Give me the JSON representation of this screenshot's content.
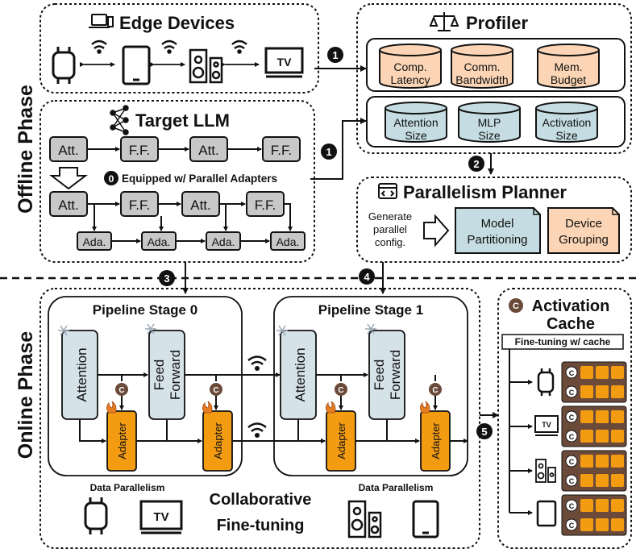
{
  "phases": {
    "offline": "Offline Phase",
    "online": "Online Phase"
  },
  "edge": {
    "title": "Edge Devices",
    "tv": "TV"
  },
  "profiler": {
    "title": "Profiler",
    "row1": [
      [
        "Comp.",
        "Latency"
      ],
      [
        "Comm.",
        "Bandwidth"
      ],
      [
        "Mem.",
        "Budget"
      ]
    ],
    "row2": [
      [
        "Attention",
        "Size"
      ],
      [
        "MLP",
        "Size"
      ],
      [
        "Activation",
        "Size"
      ]
    ]
  },
  "llm": {
    "title": "Target LLM",
    "att": "Att.",
    "ff": "F.F.",
    "ada": "Ada.",
    "equipped": "Equipped w/ Parallel Adapters",
    "step0": "0"
  },
  "planner": {
    "title": "Parallelism Planner",
    "generate": [
      "Generate",
      "parallel",
      "config."
    ],
    "model": [
      "Model",
      "Partitioning"
    ],
    "device": [
      "Device",
      "Grouping"
    ]
  },
  "steps": [
    "1",
    "1",
    "2",
    "3",
    "4",
    "5"
  ],
  "pipeline": {
    "stage0": "Pipeline Stage 0",
    "stage1": "Pipeline Stage 1",
    "attention": "Attention",
    "feed": [
      "Feed",
      "Forward"
    ],
    "adapter": "Adapter",
    "c": "C",
    "data_parallelism": "Data Parallelism",
    "collab": [
      "Collaborative",
      "Fine-tuning"
    ]
  },
  "cache": {
    "title": [
      "Activation",
      "Cache"
    ],
    "subtitle": "Fine-tuning w/ cache"
  },
  "colors": {
    "orange": "#f39c12",
    "peach": "#fbd5b5",
    "teal": "#c5dde2",
    "bluegray": "#d5e2e8",
    "brown": "#6b4a3a",
    "gray": "#c8c8c8"
  }
}
